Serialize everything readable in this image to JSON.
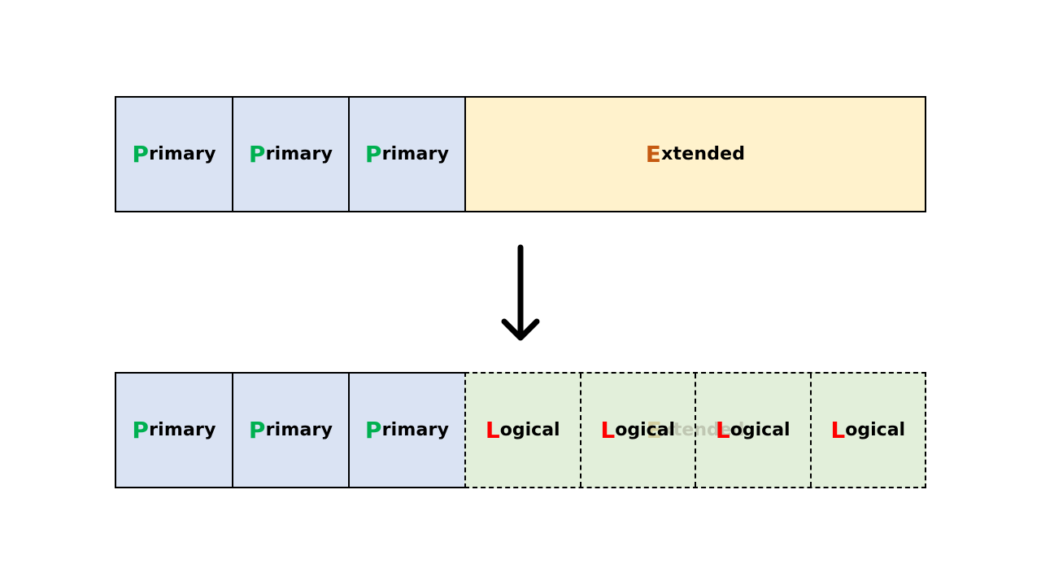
{
  "top_row": {
    "primary": [
      {
        "initial": "P",
        "rest": "rimary"
      },
      {
        "initial": "P",
        "rest": "rimary"
      },
      {
        "initial": "P",
        "rest": "rimary"
      }
    ],
    "extended": {
      "initial": "E",
      "rest": "xtended"
    }
  },
  "bottom_row": {
    "primary": [
      {
        "initial": "P",
        "rest": "rimary"
      },
      {
        "initial": "P",
        "rest": "rimary"
      },
      {
        "initial": "P",
        "rest": "rimary"
      }
    ],
    "extended_ghost": {
      "initial": "E",
      "rest": "xtended"
    },
    "logical": [
      {
        "initial": "L",
        "rest": "ogical"
      },
      {
        "initial": "L",
        "rest": "ogical"
      },
      {
        "initial": "L",
        "rest": "ogical"
      },
      {
        "initial": "L",
        "rest": "ogical"
      }
    ]
  },
  "colors": {
    "primary_fill": "#dae3f3",
    "extended_fill": "#fff2cc",
    "logical_fill": "#e2efda",
    "primary_initial": "#00b050",
    "extended_initial": "#c55a11",
    "logical_initial": "#ff0000"
  },
  "icons": {
    "transition": "arrow-down-icon"
  }
}
